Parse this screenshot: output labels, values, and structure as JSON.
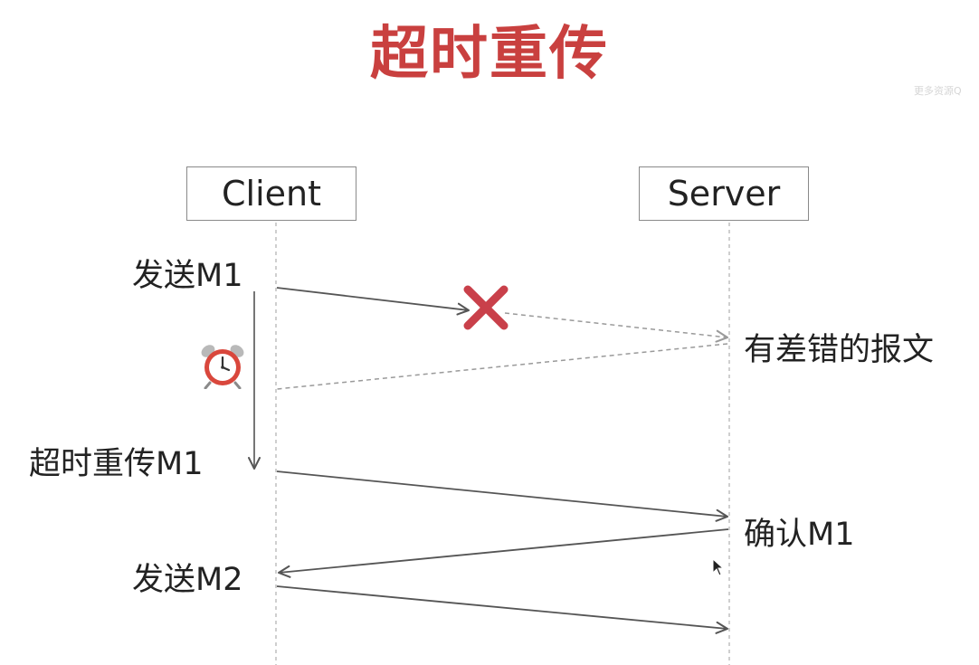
{
  "title": "超时重传",
  "watermark": "更多资源Q",
  "client_label": "Client",
  "server_label": "Server",
  "labels": {
    "send_m1": "发送M1",
    "retransmit_m1": "超时重传M1",
    "send_m2": "发送M2",
    "corrupted_packet": "有差错的报文",
    "ack_m1": "确认M1"
  },
  "colors": {
    "title": "#c9403f",
    "cross": "#c9404a",
    "arrow": "#555555",
    "dashed": "#9a9a9a",
    "lifeline": "#b5b5b5"
  },
  "icons": {
    "timeout": "alarm-clock-icon",
    "lost": "cross-icon"
  }
}
